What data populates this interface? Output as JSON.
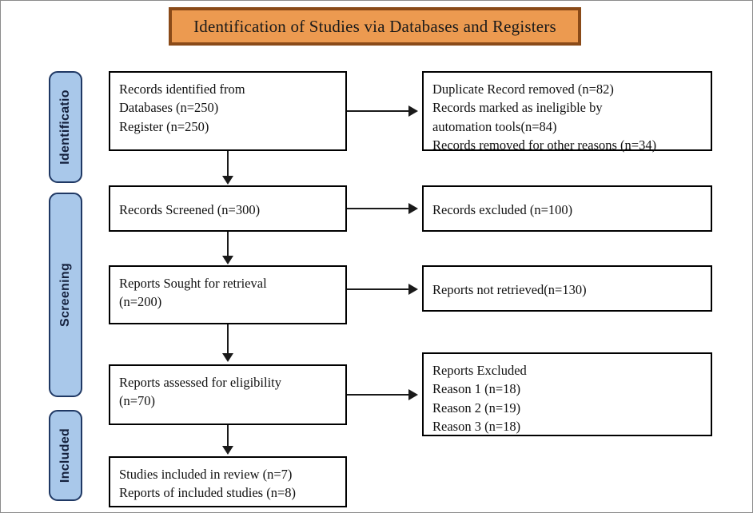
{
  "banner": {
    "title": "Identification of Studies via Databases and Registers",
    "fill_color": "#ec9a50",
    "border_color": "#8a4a18"
  },
  "stages": {
    "fill_color": "#a9c8ea",
    "border_color": "#1f3864",
    "items": [
      {
        "id": "identification",
        "label": "Identificatio"
      },
      {
        "id": "screening",
        "label": "Screening"
      },
      {
        "id": "included",
        "label": "Included"
      }
    ]
  },
  "flow": {
    "identified": {
      "lines": [
        "Records identified from",
        "Databases (n=250)",
        "Register (n=250)"
      ]
    },
    "removed": {
      "lines": [
        "Duplicate Record removed (n=82)",
        "Records marked as ineligible by",
        "automation tools(n=84)",
        "Records removed for other reasons (n=34)"
      ]
    },
    "screened": {
      "lines": [
        "Records Screened (n=300)"
      ]
    },
    "excluded": {
      "lines": [
        "Records excluded (n=100)"
      ]
    },
    "sought": {
      "lines": [
        "Reports Sought for retrieval",
        "(n=200)"
      ]
    },
    "not_retrieved": {
      "lines": [
        "Reports not retrieved(n=130)"
      ]
    },
    "assessed": {
      "lines": [
        "Reports assessed for eligibility",
        "(n=70)"
      ]
    },
    "reports_excluded": {
      "lines": [
        "Reports Excluded",
        "Reason 1 (n=18)",
        "Reason 2 (n=19)",
        "Reason 3 (n=18)"
      ]
    },
    "included": {
      "lines": [
        "Studies included in review (n=7)",
        "Reports of included studies (n=8)"
      ]
    }
  }
}
